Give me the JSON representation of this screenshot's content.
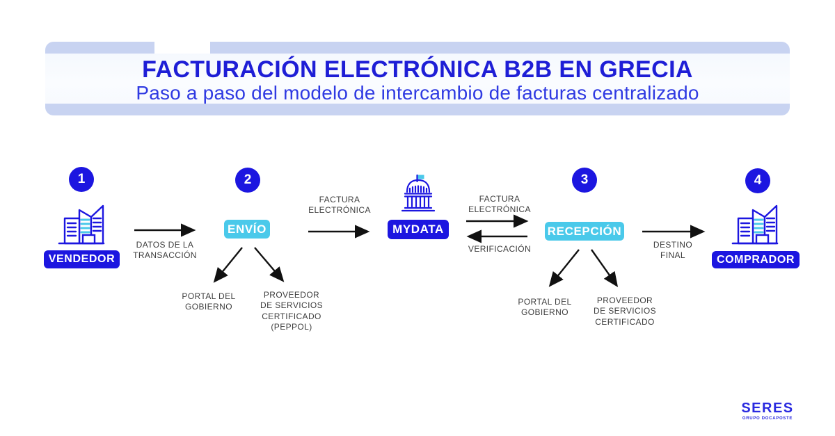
{
  "header": {
    "title": "FACTURACIÓN ELECTRÓNICA B2B EN GRECIA",
    "subtitle": "Paso a paso del modelo de intercambio de facturas centralizado"
  },
  "steps": {
    "step1": {
      "number": "1",
      "label": "VENDEDOR"
    },
    "step2": {
      "number": "2",
      "label": "ENVÍO"
    },
    "step3": {
      "number": "3",
      "label": "RECEPCIÓN"
    },
    "step4": {
      "number": "4",
      "label": "COMPRADOR"
    },
    "central": {
      "label": "MYDATA"
    }
  },
  "arrows": {
    "transaction": "DATOS DE LA\nTRANSACCIÓN",
    "invoice_to_mydata": "FACTURA\nELECTRÓNICA",
    "invoice_to_reception": "FACTURA\nELECTRÓNICA",
    "verification": "VERIFICACIÓN",
    "destination": "DESTINO\nFINAL"
  },
  "branches": {
    "envio_portal": "PORTAL DEL\nGOBIERNO",
    "envio_provider": "PROVEEDOR\nDE SERVICIOS\nCERTIFICADO\n(PEPPOL)",
    "recepcion_portal": "PORTAL DEL\nGOBIERNO",
    "recepcion_provider": "PROVEEDOR\nDE SERVICIOS\nCERTIFICADO"
  },
  "logo": {
    "name": "SERES",
    "tagline": "GRUPO DOCAPOSTE"
  },
  "icons": {
    "seller": "office-building-icon",
    "buyer": "office-building-icon",
    "central": "government-building-icon"
  },
  "colors": {
    "primary_blue": "#1c16e0",
    "accent_cyan": "#4ac9ea",
    "band_blue": "#c8d3f1",
    "title_blue": "#1e1ed6",
    "subtitle_blue": "#2f3ae2",
    "label_gray": "#3d3d3d",
    "arrow_black": "#111111"
  }
}
